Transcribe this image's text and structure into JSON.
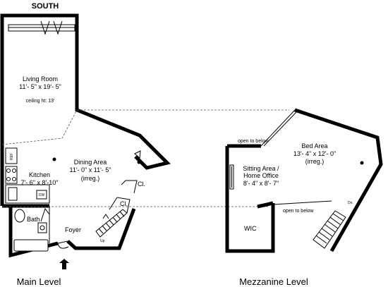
{
  "compass": {
    "orientation": "SOUTH"
  },
  "main_level": {
    "title": "Main Level",
    "living_room": {
      "name": "Living Room",
      "dims": "11'- 5\" x 19'- 5\"",
      "note": "ceiling ht: 13'"
    },
    "dining_area": {
      "name": "Dining Area",
      "dims": "11'- 0\" x 11'- 5\"",
      "note": "(irreg.)"
    },
    "kitchen": {
      "name": "Kitchen",
      "dims": "7'- 6\" x 8'-10\"",
      "appliance_ref": "REF",
      "appliance_dw": "DW"
    },
    "closet_upper": "Cl.",
    "closet_lower": "Cl.",
    "bath": "Bath",
    "foyer": "Foyer",
    "stair": "Up"
  },
  "mezzanine_level": {
    "title": "Mezzanine Level",
    "open_upper": "open to below",
    "bed_area": {
      "name": "Bed Area",
      "dims": "13'- 4\" x 12'- 0\"",
      "note": "(irreg.)"
    },
    "sitting_area": {
      "line1": "Sitting Area /",
      "line2": "Home Office",
      "dims": "8'- 4\" x 8'- 7\""
    },
    "open_lower": "open to below",
    "wic": "WIC",
    "stair": "Dn."
  }
}
